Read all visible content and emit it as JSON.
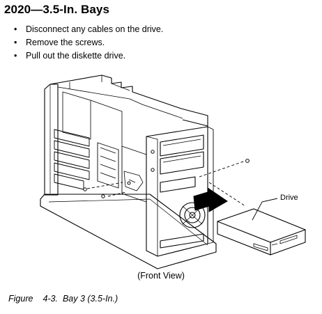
{
  "heading": "2020—3.5-In. Bays",
  "steps": [
    "Disconnect any cables on the drive.",
    "Remove the screws.",
    "Pull out the diskette drive."
  ],
  "figure": {
    "callout_drive": "Drive",
    "view_label": "(Front View)",
    "caption_prefix": "Figure",
    "caption_number": "4-3.",
    "caption_title": "Bay 3 (3.5-In.)"
  }
}
